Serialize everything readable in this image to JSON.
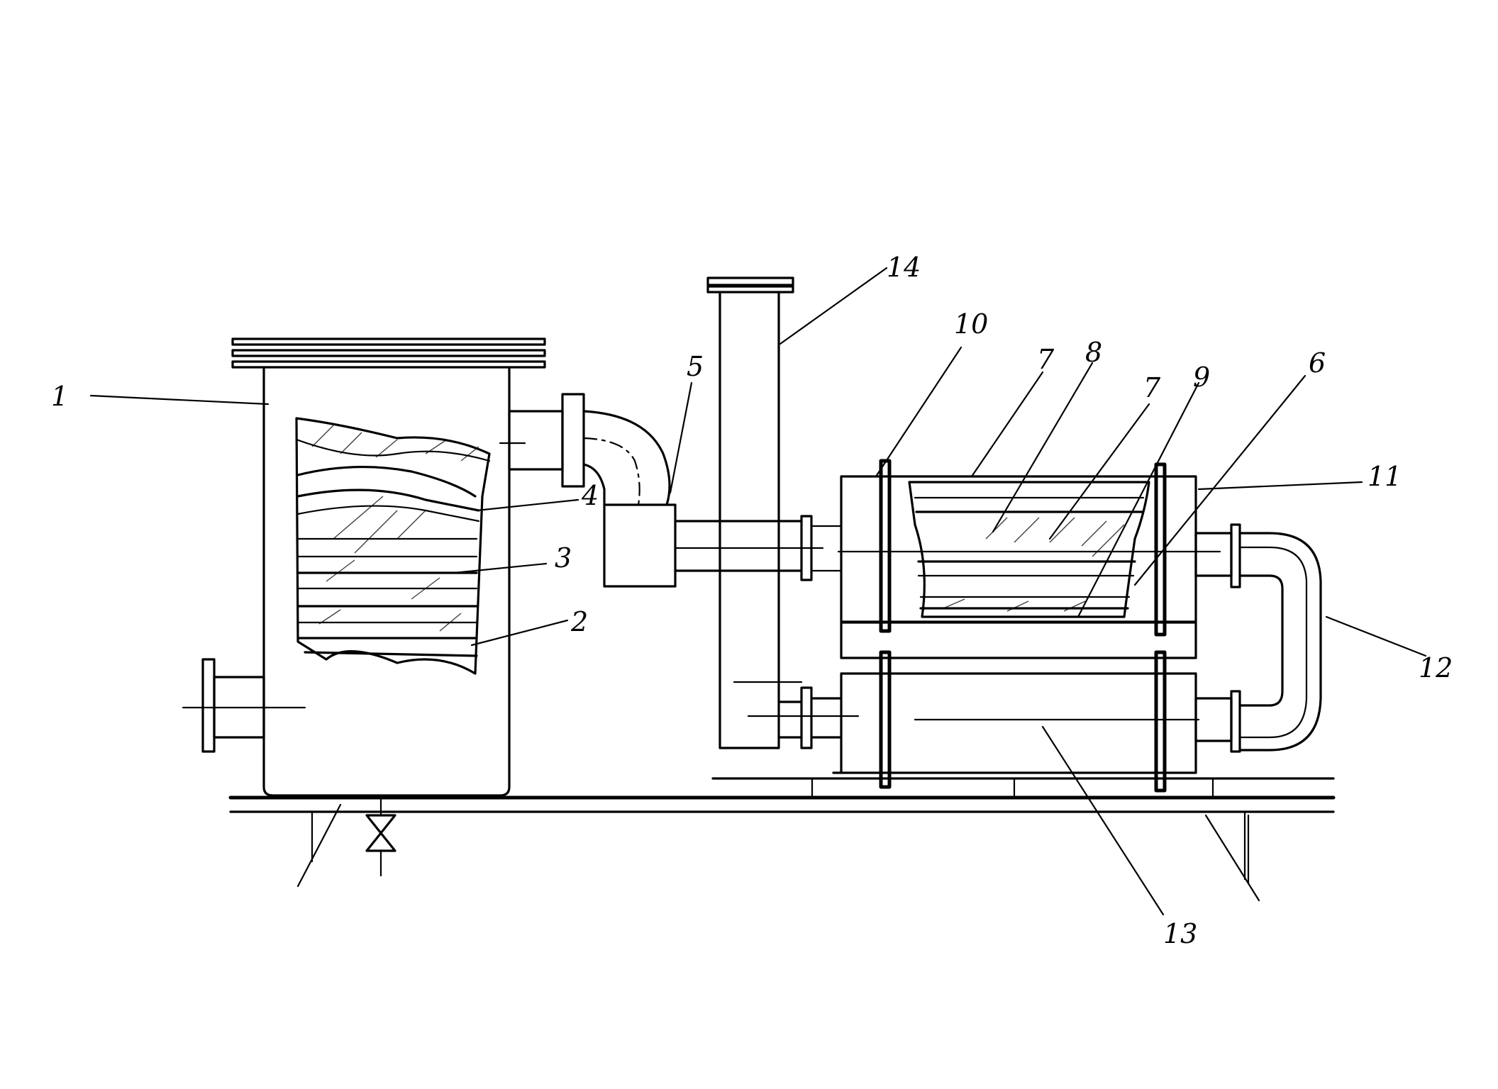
{
  "labels": {
    "l1": "1",
    "l2": "2",
    "l3": "3",
    "l4": "4",
    "l5": "5",
    "l6": "6",
    "l7a": "7",
    "l7b": "7",
    "l8": "8",
    "l9": "9",
    "l10": "10",
    "l11": "11",
    "l12": "12",
    "l13": "13",
    "l14": "14"
  },
  "colors": {
    "line": "#000000",
    "background": "#ffffff"
  }
}
